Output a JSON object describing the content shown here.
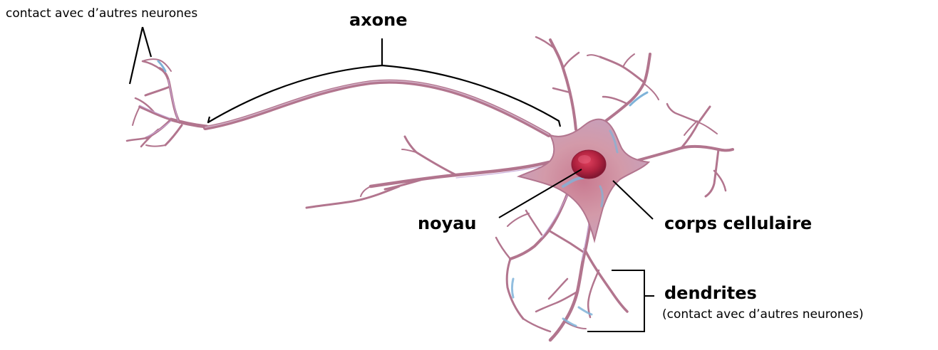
{
  "labels": {
    "terminal_contact": "contact avec d’autres neurones",
    "axon": "axone",
    "nucleus": "noyau",
    "cell_body": "corps cellulaire",
    "dendrites": "dendrites",
    "dendrites_note": "(contact avec d’autres neurones)"
  },
  "colors": {
    "membrane": "#b2758e",
    "membrane_dark": "#8a4f6b",
    "highlight": "#c7a8d8",
    "blue_tint": "#7fb3d9",
    "soma": "#c98a9b",
    "nucleus": "#b0223f",
    "leader_line": "#000000"
  }
}
